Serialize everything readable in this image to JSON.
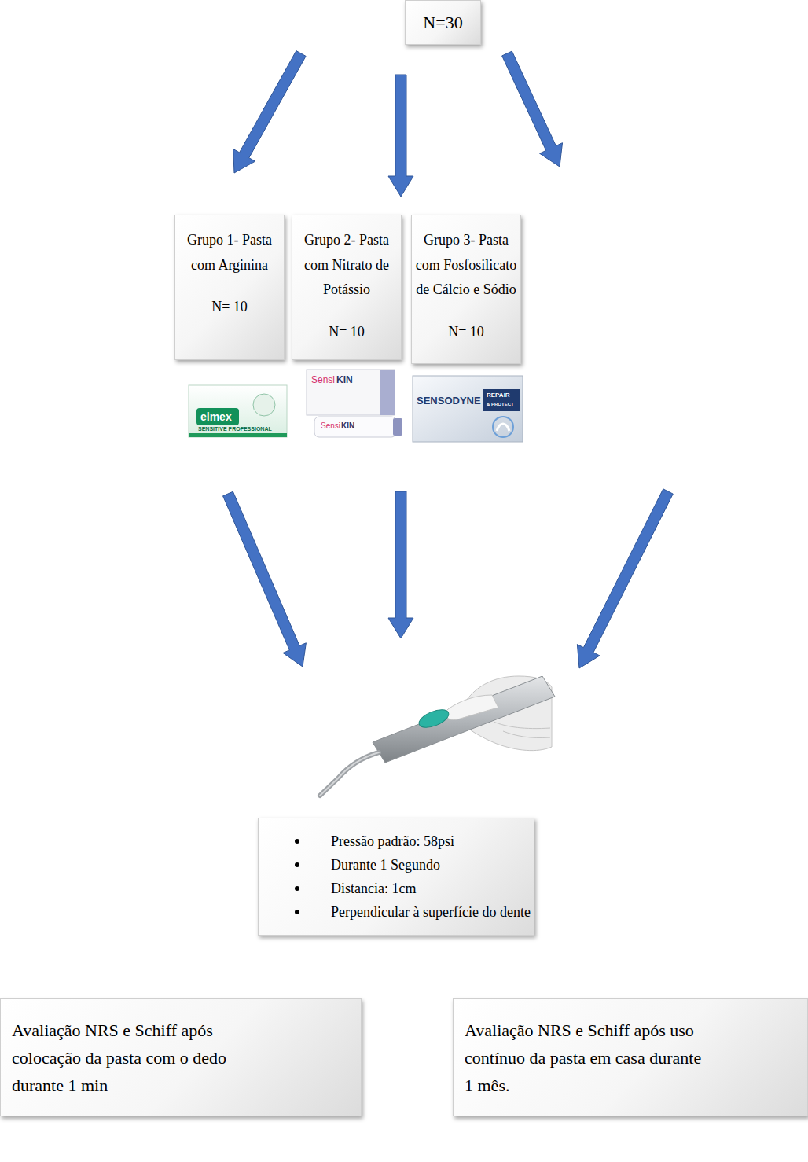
{
  "diagram": {
    "nodes": [
      {
        "text": [
          "N=30"
        ]
      },
      {
        "text": [
          "Grupo 1- Pasta com Arginina",
          "N= 10"
        ]
      },
      {
        "text": [
          "Grupo 2- Pasta com Nitrato de Potássio",
          "N= 10"
        ]
      },
      {
        "text": [
          "Grupo 3- Pasta com Fosfosilicato de Cálcio e Sódio",
          "N= 10"
        ]
      },
      {
        "text": [
          "Pressão padrão: 58psi",
          "Durante 1 Segundo",
          "Distancia: 1cm",
          "Perpendicular à superfície do dente"
        ]
      },
      {
        "text": [
          "Avaliação NRS e Schiff após colocação da pasta com o dedo durante 1 min"
        ]
      },
      {
        "text": [
          "Avaliação NRS e Schiff após uso contínuo da pasta em casa durante 1 mês."
        ]
      }
    ],
    "edges": [
      {
        "from": 0,
        "to": 1,
        "arrow": "to"
      },
      {
        "from": 0,
        "to": 2,
        "arrow": "to"
      },
      {
        "from": 0,
        "to": 3,
        "arrow": "to"
      },
      {
        "from": 1,
        "to": 4,
        "arrow": "to"
      },
      {
        "from": 2,
        "to": 4,
        "arrow": "to"
      },
      {
        "from": 3,
        "to": 4,
        "arrow": "to"
      }
    ],
    "labels": [
      "elmex",
      "SENSITIVE PROFESSIONAL",
      "Sensi",
      "KIN",
      "Sensi",
      "KIN",
      "SENSODYNE",
      "REPAIR",
      "& PROTECT"
    ]
  }
}
